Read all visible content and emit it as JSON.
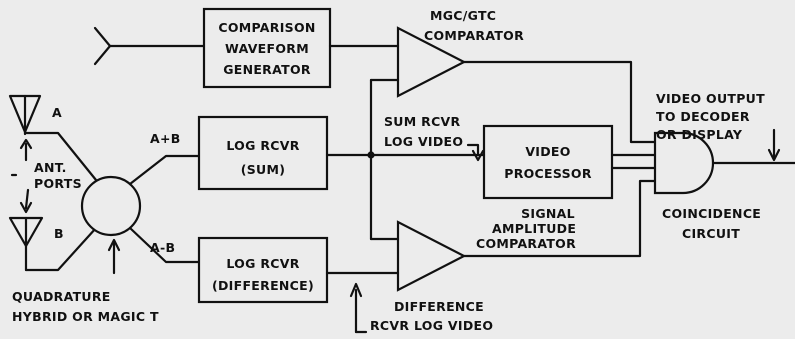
{
  "blocks": {
    "waveform_generator": [
      "COMPARISON",
      "WAVEFORM",
      "GENERATOR"
    ],
    "log_rcvr_sum": [
      "LOG RCVR",
      "(SUM)"
    ],
    "log_rcvr_diff": [
      "LOG RCVR",
      "(DIFFERENCE)"
    ],
    "video_processor": [
      "VIDEO",
      "PROCESSOR"
    ]
  },
  "labels": {
    "mgc_gtc": [
      "MGC/GTC",
      "COMPARATOR"
    ],
    "sum_video": [
      "SUM RCVR",
      "LOG VIDEO"
    ],
    "signal_amplitude": [
      "SIGNAL",
      "AMPLITUDE",
      "COMPARATOR"
    ],
    "coincidence": [
      "COINCIDENCE",
      "CIRCUIT"
    ],
    "video_output": [
      "VIDEO OUTPUT",
      "TO DECODER",
      "OR DISPLAY"
    ],
    "antenna_a": "A",
    "antenna_b": "B",
    "ant_ports": [
      "ANT.",
      "PORTS"
    ],
    "a_plus_b": "A+B",
    "a_minus_b": "A-B",
    "hybrid": [
      "QUADRATURE",
      "HYBRID OR MAGIC T"
    ],
    "diff_video": [
      "DIFFERENCE",
      "RCVR LOG VIDEO"
    ]
  }
}
